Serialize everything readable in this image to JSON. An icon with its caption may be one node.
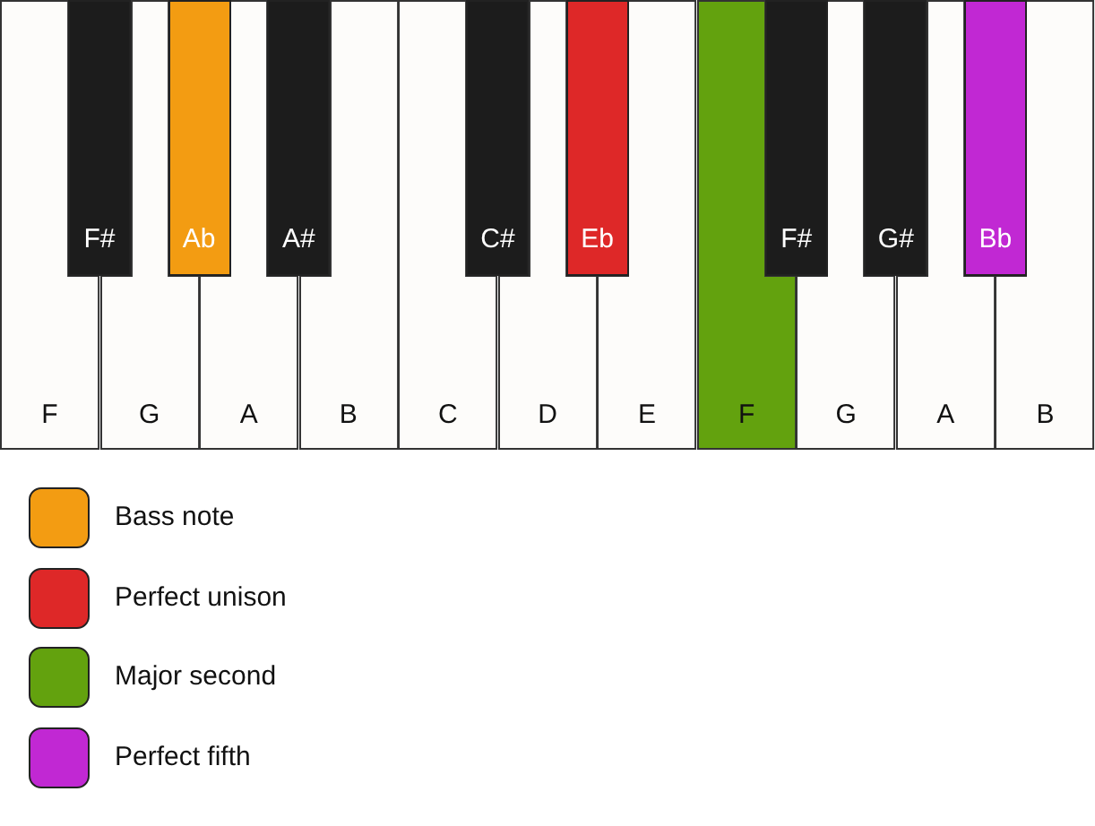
{
  "diagram": {
    "nodes": [
      {
        "text": [
          "F#"
        ]
      },
      {
        "text": [
          "Ab"
        ]
      },
      {
        "text": [
          "A#"
        ]
      },
      {
        "text": [
          "C#"
        ]
      },
      {
        "text": [
          "Eb"
        ]
      },
      {
        "text": [
          "F#"
        ]
      },
      {
        "text": [
          "G#"
        ]
      },
      {
        "text": [
          "Bb"
        ]
      },
      {
        "text": [
          "F"
        ]
      },
      {
        "text": [
          "G"
        ]
      },
      {
        "text": [
          "A"
        ]
      },
      {
        "text": [
          "B"
        ]
      },
      {
        "text": [
          "C"
        ]
      },
      {
        "text": [
          "D"
        ]
      },
      {
        "text": [
          "E"
        ]
      },
      {
        "text": [
          "F"
        ]
      },
      {
        "text": [
          "G"
        ]
      },
      {
        "text": [
          "A"
        ]
      },
      {
        "text": [
          "B"
        ]
      }
    ],
    "legend": [
      {
        "text": "Bass note",
        "color": "#f39c12"
      },
      {
        "text": "Perfect unison",
        "color": "#de2828"
      },
      {
        "text": "Major second",
        "color": "#63a20e"
      },
      {
        "text": "Perfect fifth",
        "color": "#c128d3"
      }
    ]
  }
}
